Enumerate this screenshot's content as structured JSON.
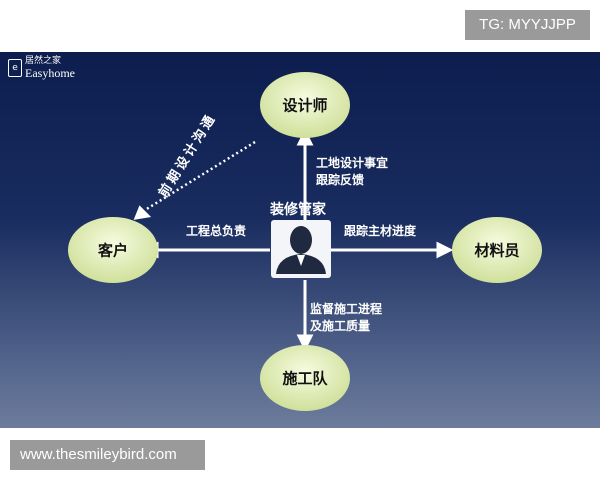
{
  "watermark_top": "TG: MYYJJPP",
  "watermark_bottom": "www.thesmileybird.com",
  "logo": {
    "cn": "居然之家",
    "en": "Easyhome"
  },
  "diagram": {
    "center": "装修管家",
    "nodes": {
      "designer": "设计师",
      "customer": "客户",
      "materials": "材料员",
      "construction": "施工队"
    },
    "edges": {
      "to_designer": [
        "工地设计事宜",
        "跟踪反馈"
      ],
      "to_customer": "工程总负责",
      "to_materials": "跟踪主材进度",
      "to_construction": [
        "监督施工进程",
        "及施工质量"
      ],
      "designer_to_customer": "前期设计沟通"
    }
  },
  "colors": {
    "node_fill": "#e9f2c4",
    "bg_top": "#0c1d4e",
    "bg_bottom": "#6d7c9c"
  }
}
